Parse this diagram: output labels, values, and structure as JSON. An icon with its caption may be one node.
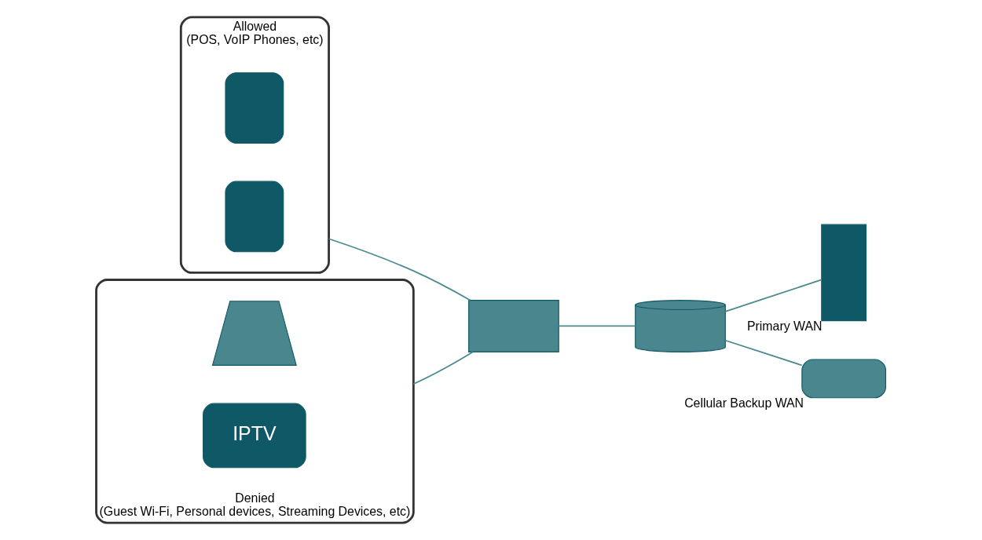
{
  "diagram": {
    "nodes": [
      {
        "text": [
          "Allowed",
          "(POS, VoIP Phones, etc)"
        ]
      },
      {
        "text": [],
        "shape": "box",
        "in": 0
      },
      {
        "text": [],
        "shape": "box",
        "in": 0
      },
      {
        "text": [
          "Denied",
          "(Guest Wi-Fi, Personal devices, Streaming Devices, etc)"
        ]
      },
      {
        "text": [],
        "shape": "picture",
        "in": 3
      },
      {
        "text": [
          "IPTV"
        ],
        "in": 3
      },
      {
        "text": [],
        "shape": "box"
      },
      {
        "text": [],
        "shape": "cylinder"
      },
      {
        "text": [],
        "shape": "box",
        "beside": [
          "Primary WAN"
        ]
      },
      {
        "text": [],
        "shape": "box",
        "beside": [
          "Cellular Backup WAN"
        ]
      }
    ],
    "edges": [
      {
        "from": 0,
        "to": 6,
        "arrow": "none"
      },
      {
        "from": 3,
        "to": 6,
        "arrow": "none"
      },
      {
        "from": 6,
        "to": 7,
        "arrow": "none"
      },
      {
        "from": 7,
        "to": 8,
        "arrow": "none"
      },
      {
        "from": 7,
        "to": 9,
        "arrow": "none"
      }
    ]
  }
}
